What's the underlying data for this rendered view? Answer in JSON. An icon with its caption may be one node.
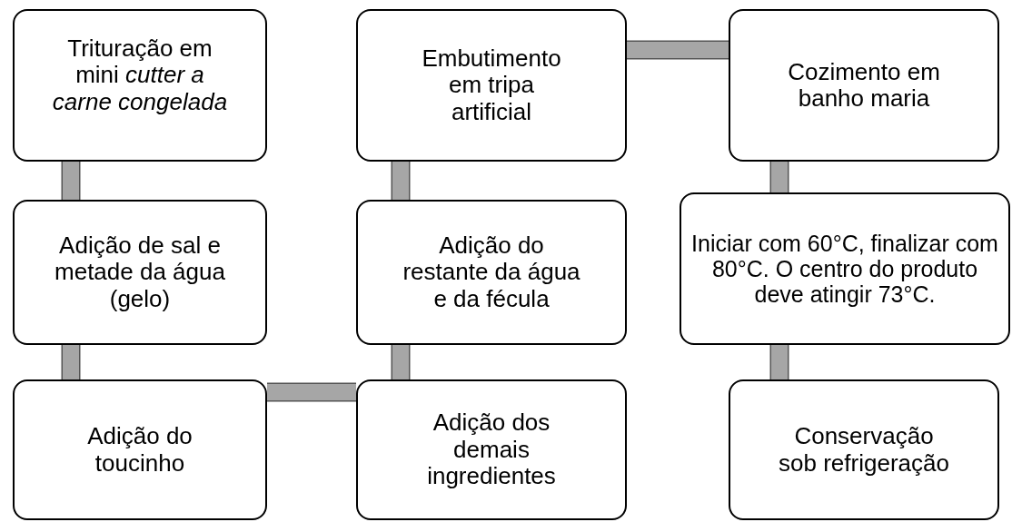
{
  "diagram": {
    "nodes": [
      {
        "text": [
          "Trituração em mini *cutter a carne congelada*"
        ]
      },
      {
        "text": [
          "Adição de sal e metade da água (gelo)"
        ]
      },
      {
        "text": [
          "Adição do toucinho"
        ]
      },
      {
        "text": [
          "Adição dos demais ingredientes"
        ]
      },
      {
        "text": [
          "Adição do restante da água e da fécula"
        ]
      },
      {
        "text": [
          "Embutimento em tripa artificial"
        ]
      },
      {
        "text": [
          "Cozimento em banho maria"
        ]
      },
      {
        "text": [
          "Iniciar com 60°C, finalizar com 80°C. O centro do produto  deve atingir 73°C."
        ]
      },
      {
        "text": [
          "Conservação sob refrigeração"
        ]
      }
    ],
    "edges": [
      {
        "from": 0,
        "to": 1,
        "arrow": "none"
      },
      {
        "from": 1,
        "to": 2,
        "arrow": "none"
      },
      {
        "from": 2,
        "to": 3,
        "arrow": "none"
      },
      {
        "from": 3,
        "to": 4,
        "arrow": "none"
      },
      {
        "from": 4,
        "to": 5,
        "arrow": "none"
      },
      {
        "from": 5,
        "to": 6,
        "arrow": "none"
      },
      {
        "from": 6,
        "to": 7,
        "arrow": "none"
      },
      {
        "from": 7,
        "to": 8,
        "arrow": "none"
      }
    ]
  }
}
